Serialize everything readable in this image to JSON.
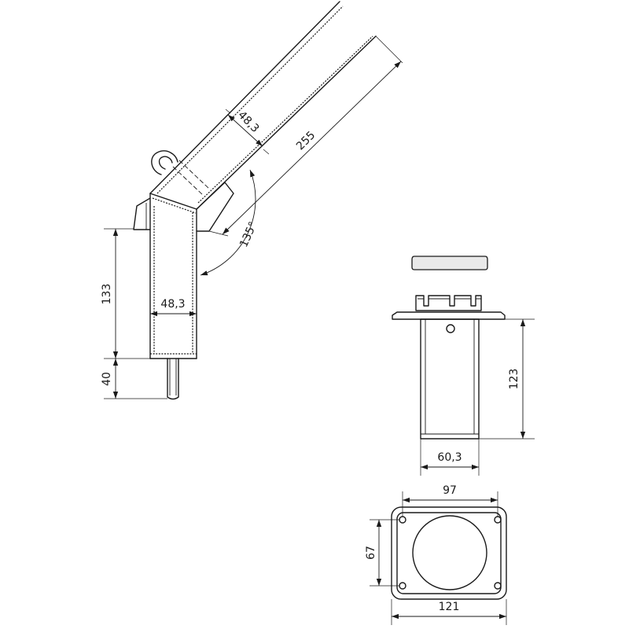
{
  "colors": {
    "line": "#1a1a1a",
    "background": "#ffffff",
    "fill_light": "#e9e9e9"
  },
  "dimensions": {
    "angled_tube_diameter": "48,3",
    "angled_tube_length": "255",
    "bend_angle": "135°",
    "lower_tube_height": "133",
    "lower_tube_diameter": "48,3",
    "pin_length": "40",
    "socket_height": "123",
    "socket_diameter": "60,3",
    "plate_hole_spacing_x": "97",
    "plate_hole_spacing_y": "67",
    "plate_width": "121"
  }
}
